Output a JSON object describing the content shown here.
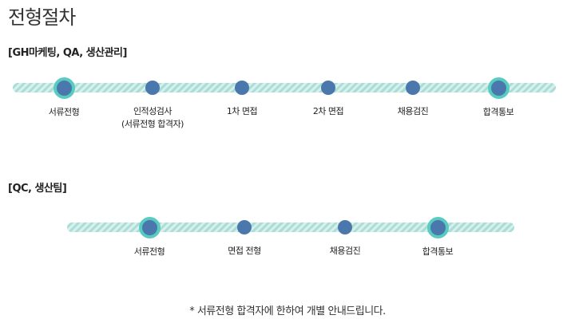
{
  "page": {
    "title": "전형절차",
    "footnote": "* 서류전형 합격자에 한하여 개별 안내드립니다."
  },
  "groups": [
    {
      "label": "[GH마케팅, QA, 생산관리]",
      "steps": [
        {
          "label": "서류전형",
          "sub": "",
          "highlight": true
        },
        {
          "label": "인적성검사",
          "sub": "(서류전형 합격자)",
          "highlight": false
        },
        {
          "label": "1차 면접",
          "sub": "",
          "highlight": false
        },
        {
          "label": "2차 면접",
          "sub": "",
          "highlight": false
        },
        {
          "label": "채용검진",
          "sub": "",
          "highlight": false
        },
        {
          "label": "합격통보",
          "sub": "",
          "highlight": true
        }
      ]
    },
    {
      "label": "[QC, 생산팀]",
      "steps": [
        {
          "label": "서류전형",
          "sub": "",
          "highlight": true
        },
        {
          "label": "면접 전형",
          "sub": "",
          "highlight": false
        },
        {
          "label": "채용검진",
          "sub": "",
          "highlight": false
        },
        {
          "label": "합격통보",
          "sub": "",
          "highlight": true
        }
      ]
    }
  ],
  "colors": {
    "dot": "#4a78ad",
    "ring": "#58cdbf",
    "track_light": "#d8efec",
    "track_dark": "#a9ded8"
  }
}
